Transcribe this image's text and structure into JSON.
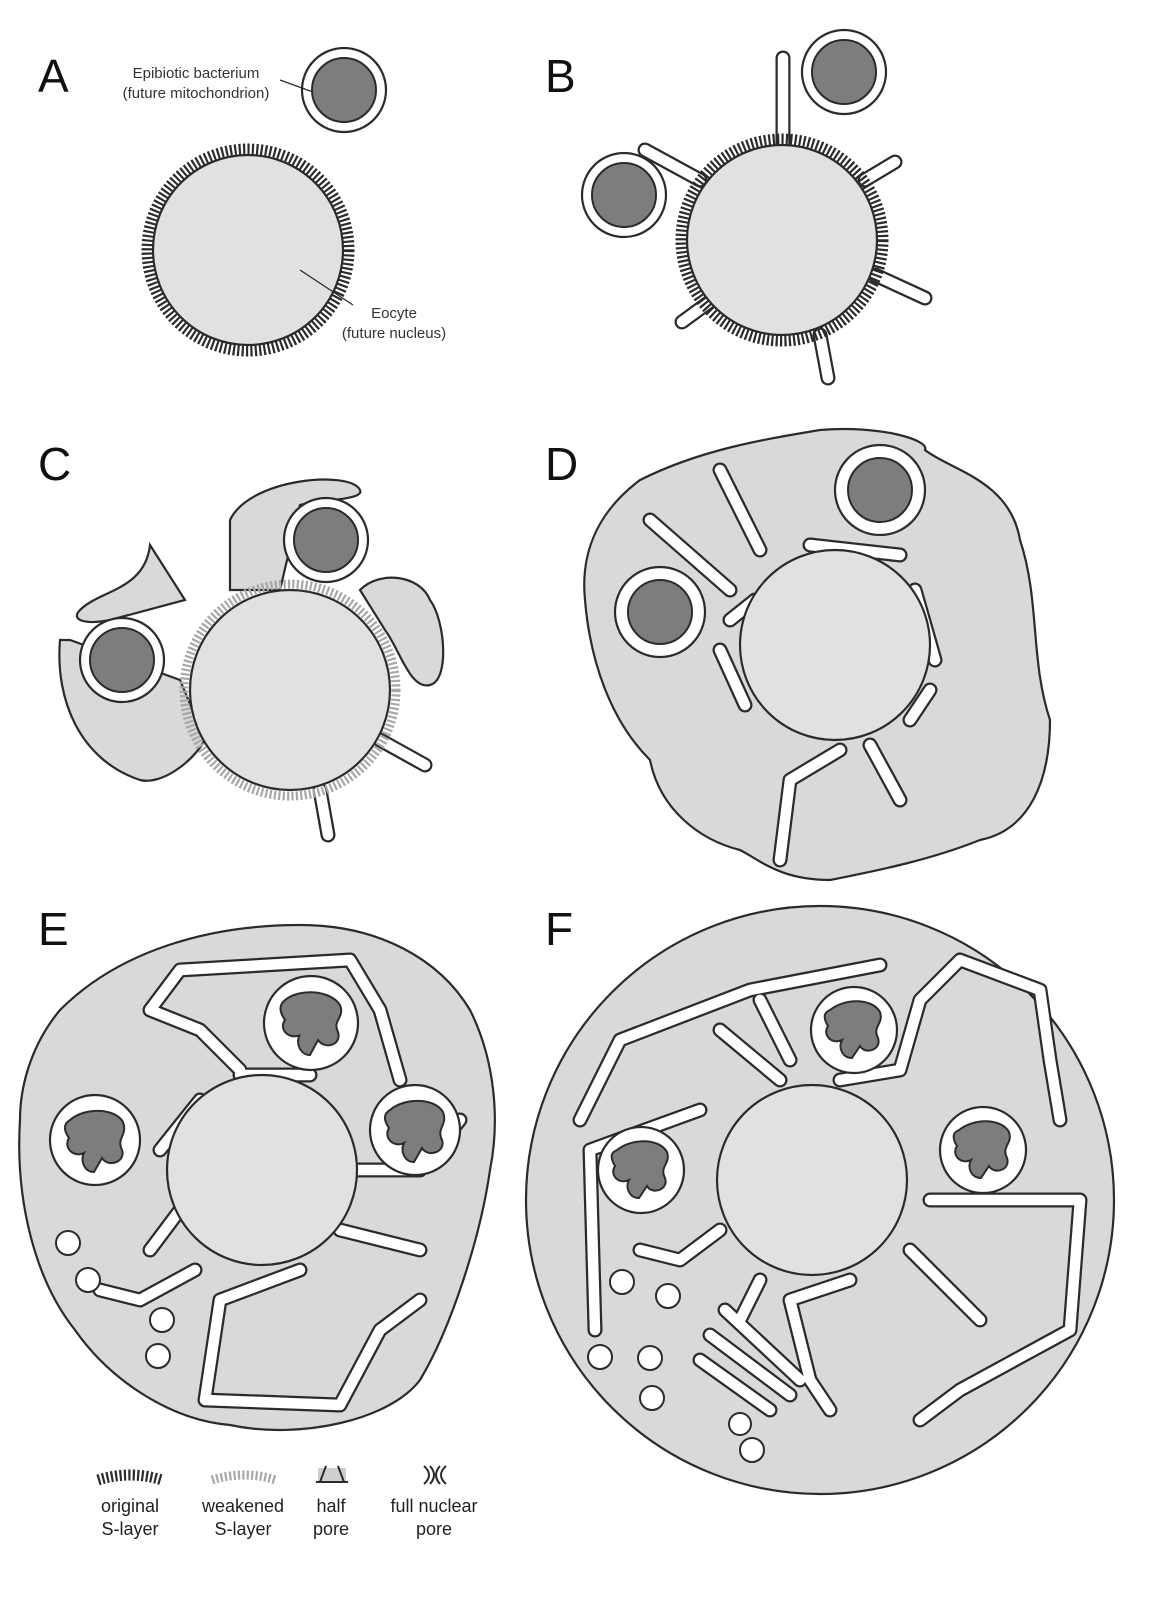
{
  "panels": [
    {
      "letter": "A"
    },
    {
      "letter": "B"
    },
    {
      "letter": "C"
    },
    {
      "letter": "D"
    },
    {
      "letter": "E"
    },
    {
      "letter": "F"
    }
  ],
  "annotations": {
    "bacterium_line1": "Epibiotic bacterium",
    "bacterium_line2": "(future mitochondrion)",
    "eocyte_line1": "Eocyte",
    "eocyte_line2": "(future nucleus)"
  },
  "legend": [
    {
      "line1": "original",
      "line2": "S-layer",
      "icon": "original-s-layer-icon"
    },
    {
      "line1": "weakened",
      "line2": "S-layer",
      "icon": "weakened-s-layer-icon"
    },
    {
      "line1": "half",
      "line2": "pore",
      "icon": "half-pore-icon"
    },
    {
      "line1": "full nuclear",
      "line2": "pore",
      "icon": "full-nuclear-pore-icon"
    }
  ],
  "colors": {
    "cytoplasm": "#d9d9d9",
    "nucleus": "#e1e1e1",
    "mitochondrion_matrix": "#7d7d7d",
    "outline": "#2b2b2b",
    "weakened_s_layer": "#a8a8a8"
  }
}
